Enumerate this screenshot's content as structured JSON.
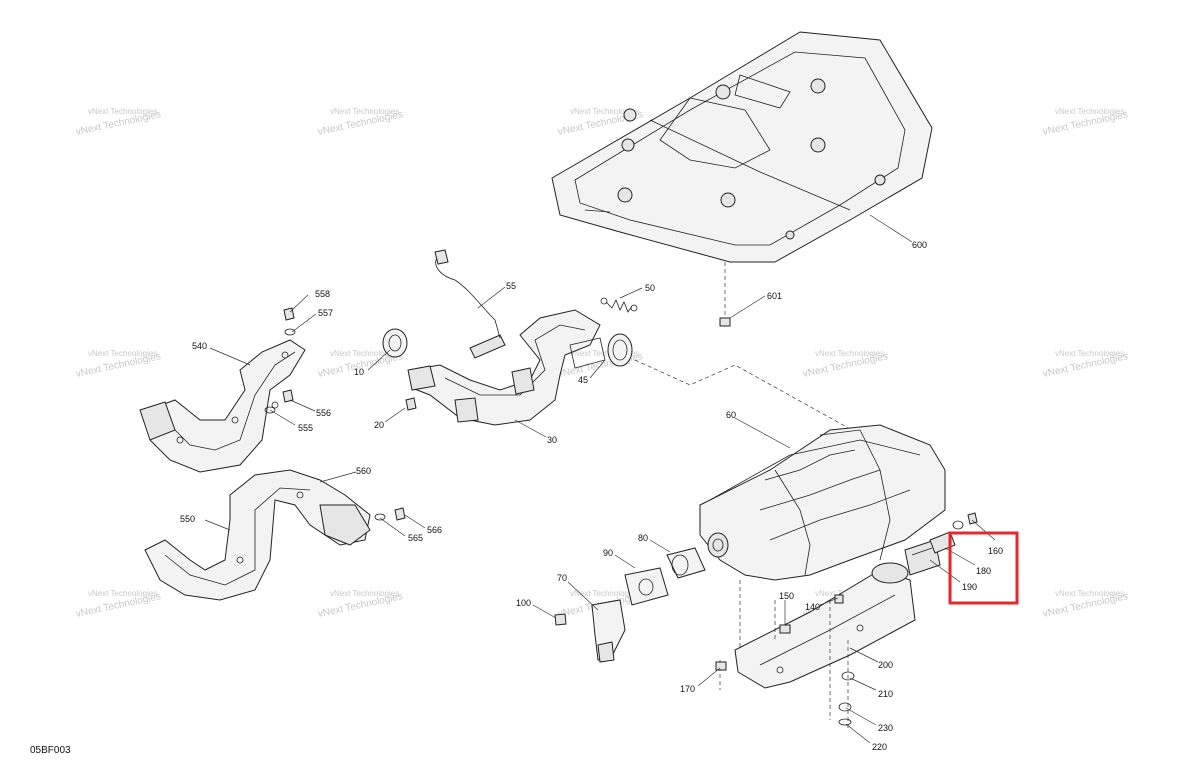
{
  "diagram_code": "05BF003",
  "watermark": {
    "line1": "vNext Technologies",
    "line2": "vNext Technologies"
  },
  "callouts": {
    "c600": "600",
    "c601": "601",
    "c50": "50",
    "c55": "55",
    "c10": "10",
    "c20": "20",
    "c30": "30",
    "c45": "45",
    "c558": "558",
    "c557": "557",
    "c540": "540",
    "c556": "556",
    "c555": "555",
    "c560": "560",
    "c550": "550",
    "c566": "566",
    "c565": "565",
    "c60": "60",
    "c80": "80",
    "c90": "90",
    "c70": "70",
    "c100": "100",
    "c150": "150",
    "c140": "140",
    "c160": "160",
    "c180": "180",
    "c190": "190",
    "c200": "200",
    "c170": "170",
    "c210": "210",
    "c230": "230",
    "c220": "220"
  },
  "highlight": {
    "color": "#e8262b",
    "labels": [
      "160",
      "180",
      "190"
    ]
  }
}
